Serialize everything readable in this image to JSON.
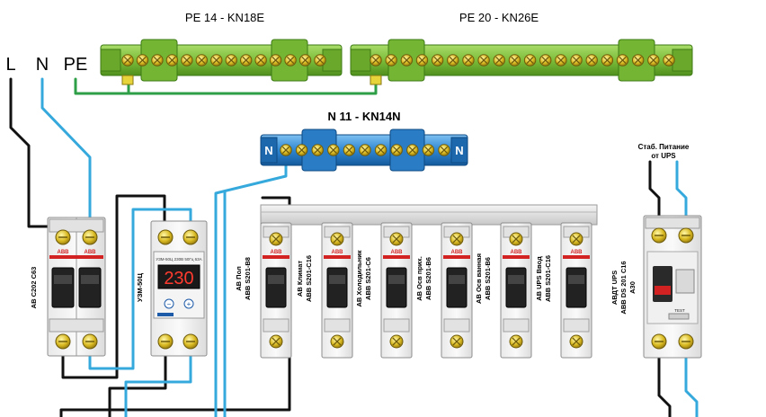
{
  "labels": {
    "pe14": "PE 14 - KN18E",
    "pe20": "PE 20 - KN26E",
    "n11": "N 11 - KN14N",
    "L": "L",
    "N": "N",
    "PE": "PE",
    "ups_source": [
      "Стаб. Питание",
      "от UPS"
    ]
  },
  "bars": {
    "pe_color": "#86c440",
    "n_color": "#3a8fd6",
    "n_letter": "N",
    "pe14_screws": 14,
    "pe20_screws": 20,
    "n_screws": 11
  },
  "wires": {
    "L": "#111111",
    "N": "#35a8dc",
    "PE": "#2e9e47"
  },
  "devices": {
    "main_breaker": {
      "label": "АВ С202 С63",
      "brand": "ABB"
    },
    "uzm": {
      "label": "УЗМ-50Ц",
      "model": "УЗМ-50Ц 230В 50Гц 63А",
      "display": "230"
    },
    "breakers": [
      {
        "label": [
          "АВ Пол",
          "ABB S201-B8"
        ]
      },
      {
        "label": [
          "АВ Климат",
          "ABB S201-C16"
        ]
      },
      {
        "label": [
          "АВ Холодильник",
          "ABB S201-C6"
        ]
      },
      {
        "label": [
          "АВ Осв прих.",
          "ABB S201-B6"
        ]
      },
      {
        "label": [
          "АВ Осв ванная",
          "ABB S201-B6"
        ]
      },
      {
        "label": [
          "АВ UPS Ввод",
          "ABB S201-C16"
        ]
      }
    ],
    "avdt": {
      "label": [
        "АВДТ UPS",
        "ABB DS 201 C16",
        "A30"
      ],
      "test": "TEST"
    }
  }
}
